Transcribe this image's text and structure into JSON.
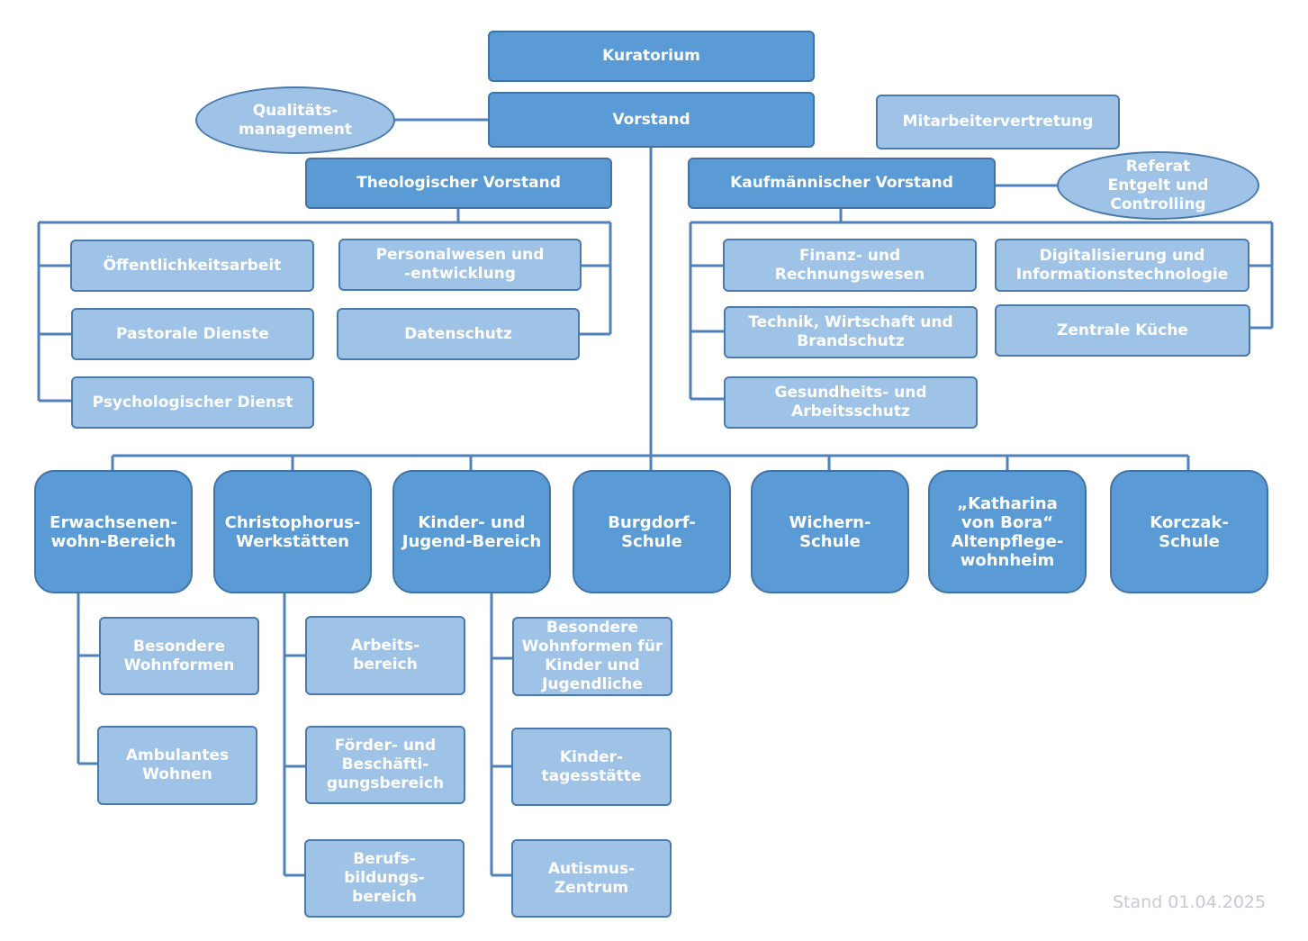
{
  "top": {
    "kuratorium": "Kuratorium",
    "vorstand": "Vorstand",
    "qualitaet": "Qualitäts-\nmanagement",
    "mitarbeiter": "Mitarbeitervertretung",
    "theologisch": "Theologischer Vorstand",
    "kaufmaennisch": "Kaufmännischer Vorstand",
    "referat": "Referat\nEntgelt und\nControlling"
  },
  "theo_units": [
    "Öffentlichkeitsarbeit",
    "Pastorale Dienste",
    "Psychologischer Dienst",
    "Personalwesen und\n-entwicklung",
    "Datenschutz"
  ],
  "kauf_units": [
    "Finanz- und\nRechnungswesen",
    "Technik, Wirtschaft und\nBrandschutz",
    "Gesundheits- und\nArbeitsschutz",
    "Digitalisierung und\nInformationstechnologie",
    "Zentrale Küche"
  ],
  "divisions": [
    "Erwachsenen-\nwohn-Bereich",
    "Christophorus-\nWerkstätten",
    "Kinder- und\nJugend-Bereich",
    "Burgdorf-\nSchule",
    "Wichern-\nSchule",
    "„Katharina\nvon Bora“\nAltenpflege-\nwohnheim",
    "Korczak-\nSchule"
  ],
  "erwachsenen_subs": [
    "Besondere\nWohnformen",
    "Ambulantes\nWohnen"
  ],
  "christophorus_subs": [
    "Arbeits-\nbereich",
    "Förder- und\nBeschäfti-\ngungsbereich",
    "Berufs-\nbildungs-\nbereich"
  ],
  "kinder_subs": [
    "Besondere\nWohnformen für\nKinder und\nJugendliche",
    "Kinder-\ntagesstätte",
    "Autismus-\nZentrum"
  ],
  "footer": {
    "stand": "Stand 01.04.2025"
  },
  "colors": {
    "dark_box": "#5b9bd5",
    "light_box": "#9fc3e7",
    "line": "#4f81bd",
    "stand_text": "#c5cad3"
  }
}
